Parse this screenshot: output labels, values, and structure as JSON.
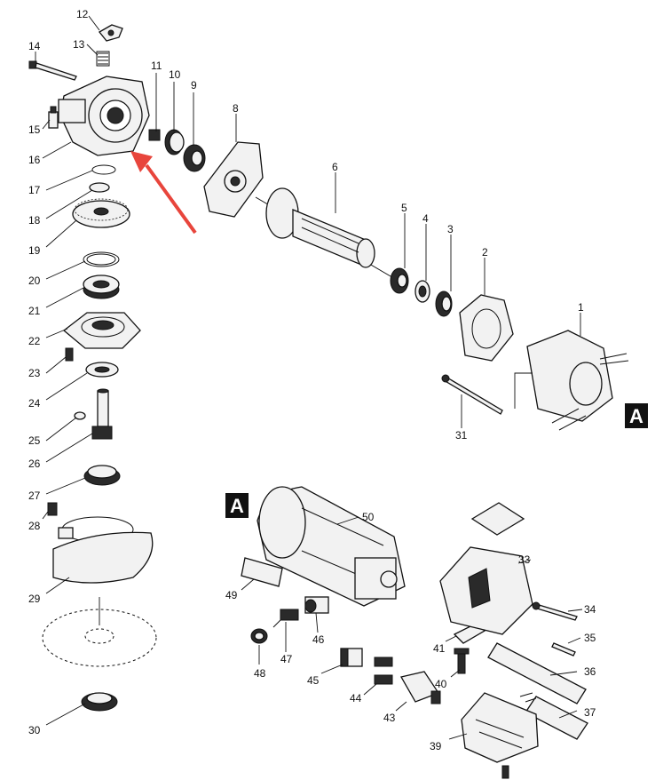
{
  "callouts": [
    {
      "n": "1"
    },
    {
      "n": "2"
    },
    {
      "n": "3"
    },
    {
      "n": "4"
    },
    {
      "n": "5"
    },
    {
      "n": "6"
    },
    {
      "n": "8"
    },
    {
      "n": "9"
    },
    {
      "n": "10"
    },
    {
      "n": "11"
    },
    {
      "n": "12"
    },
    {
      "n": "13"
    },
    {
      "n": "14"
    },
    {
      "n": "15"
    },
    {
      "n": "16"
    },
    {
      "n": "17"
    },
    {
      "n": "18"
    },
    {
      "n": "19"
    },
    {
      "n": "20"
    },
    {
      "n": "21"
    },
    {
      "n": "22"
    },
    {
      "n": "23"
    },
    {
      "n": "24"
    },
    {
      "n": "25"
    },
    {
      "n": "26"
    },
    {
      "n": "27"
    },
    {
      "n": "28"
    },
    {
      "n": "29"
    },
    {
      "n": "30"
    },
    {
      "n": "31"
    },
    {
      "n": "33"
    },
    {
      "n": "34"
    },
    {
      "n": "35"
    },
    {
      "n": "36"
    },
    {
      "n": "37"
    },
    {
      "n": "39"
    },
    {
      "n": "40"
    },
    {
      "n": "41"
    },
    {
      "n": "43"
    },
    {
      "n": "44"
    },
    {
      "n": "45"
    },
    {
      "n": "46"
    },
    {
      "n": "47"
    },
    {
      "n": "48"
    },
    {
      "n": "49"
    },
    {
      "n": "50"
    }
  ],
  "reference_marks": {
    "upper": "A",
    "lower": "A"
  },
  "highlight_arrow": {
    "color": "#e8453c",
    "points_to": "16"
  }
}
